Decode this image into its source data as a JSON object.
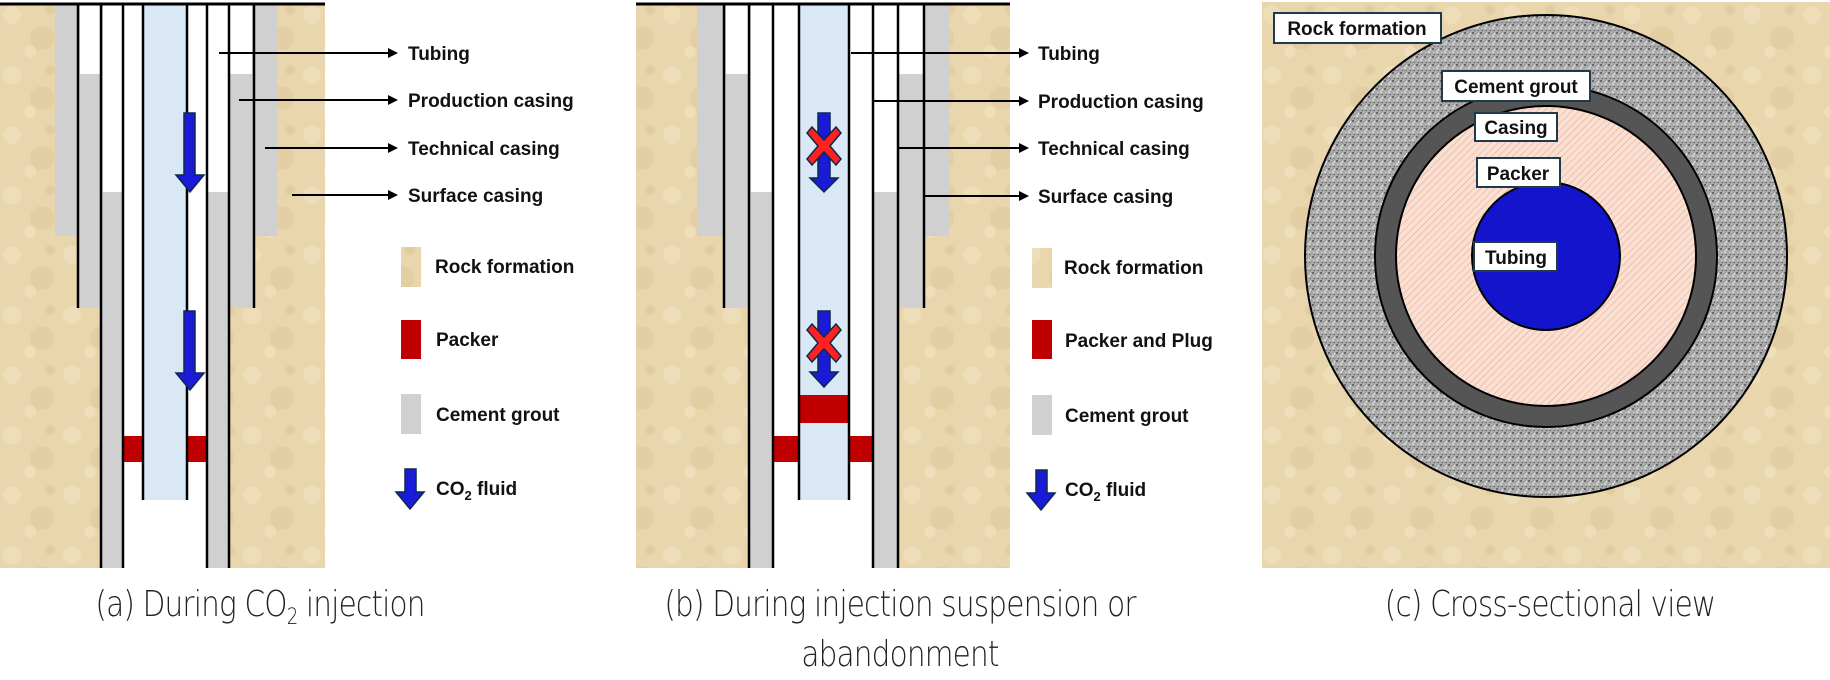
{
  "panels": {
    "a": {
      "caption_prefix": "(a) During CO",
      "caption_sub": "2",
      "caption_suffix": " injection",
      "pointer_labels": [
        "Tubing",
        "Production casing",
        "Technical casing",
        "Surface casing"
      ],
      "legend": [
        {
          "label": "Rock formation",
          "swatch": "rock"
        },
        {
          "label": "Packer",
          "swatch": "packer"
        },
        {
          "label": "Cement grout",
          "swatch": "cement"
        },
        {
          "label_prefix": "CO",
          "label_sub": "2",
          "label_suffix": " fluid",
          "swatch": "arrow"
        }
      ]
    },
    "b": {
      "caption_line1": "(b) During injection suspension or",
      "caption_line2": "abandonment",
      "pointer_labels": [
        "Tubing",
        "Production casing",
        "Technical casing",
        "Surface casing"
      ],
      "legend": [
        {
          "label": "Rock formation",
          "swatch": "rock"
        },
        {
          "label": "Packer and Plug",
          "swatch": "packer"
        },
        {
          "label": "Cement grout",
          "swatch": "cement"
        },
        {
          "label_prefix": "CO",
          "label_sub": "2",
          "label_suffix": " fluid",
          "swatch": "arrow"
        }
      ]
    },
    "c": {
      "caption": "(c) Cross-sectional view",
      "labels": {
        "rock": "Rock formation",
        "cement": "Cement grout",
        "casing": "Casing",
        "packer": "Packer",
        "tubing": "Tubing"
      }
    }
  },
  "colors": {
    "rock": "#e8d5ac",
    "cement": "#d0d0d0",
    "tubing_fluid": "#dae8f6",
    "packer": "#c00000",
    "arrow": "#1a1ad8",
    "casing_ring": "#555555",
    "packer_ring": "#f7d8c8",
    "tubing_disk": "#1414cc",
    "block_x": "#ff2020"
  }
}
